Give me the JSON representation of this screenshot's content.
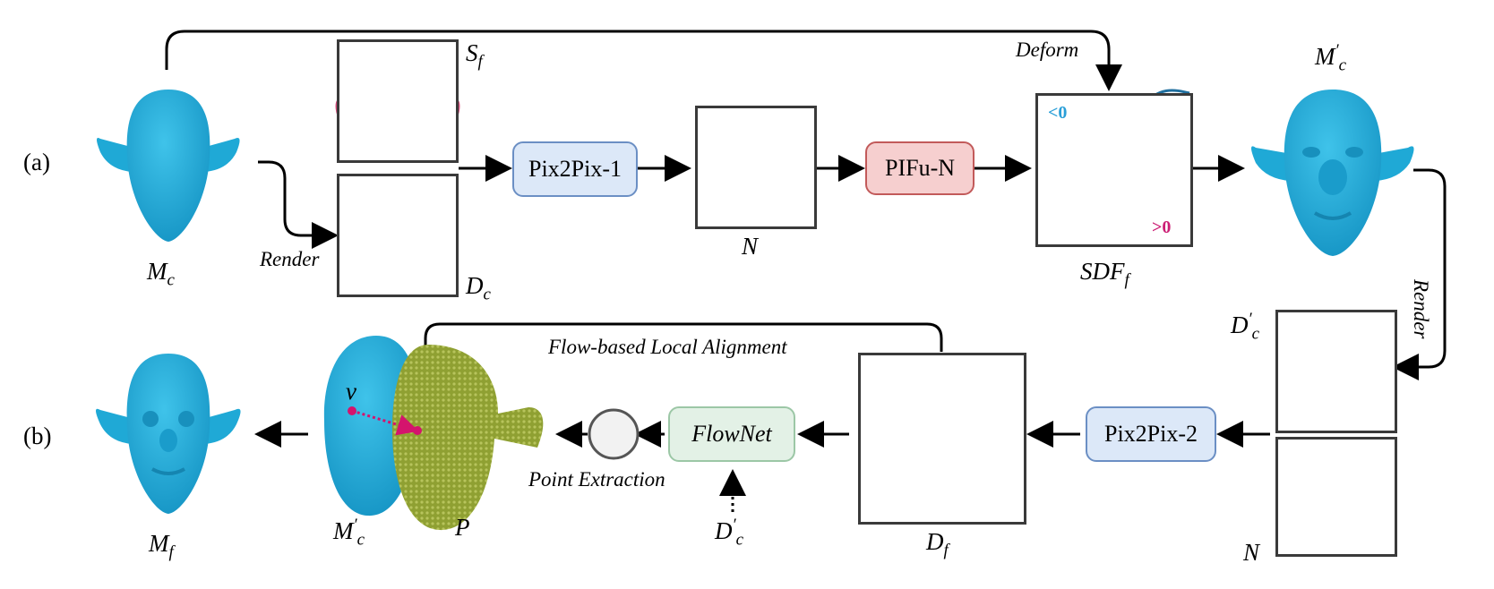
{
  "rows": {
    "a_label": "(a)",
    "b_label": "(b)"
  },
  "nodes": {
    "Mc": "M",
    "Mc_sub": "c",
    "Sf": "S",
    "Sf_sub": "f",
    "Dc": "D",
    "Dc_sub": "c",
    "N": "N",
    "SDFf": "SDF",
    "SDFf_sub": "f",
    "Mcp": "M",
    "Mcp_sub": "c",
    "Mcp_sup": "′",
    "Dcp": "D",
    "Dcp_sub": "c",
    "Dcp_sup": "′",
    "N2": "N",
    "Df": "D",
    "Df_sub": "f",
    "Dcp2": "D",
    "Dcp2_sub": "c",
    "Dcp2_sup": "′",
    "P": "P",
    "Mcp2": "M",
    "Mcp2_sub": "c",
    "Mcp2_sup": "′",
    "Mf": "M",
    "Mf_sub": "f",
    "v": "v"
  },
  "networks": {
    "pix2pix1": "Pix2Pix-1",
    "pifun": "PIFu-N",
    "pix2pix2": "Pix2Pix-2",
    "flownet": "FlowNet"
  },
  "edge_labels": {
    "render_a": "Render",
    "deform": "Deform",
    "render_b": "Render",
    "flow_alignment": "Flow-based Local Alignment",
    "point_extraction": "Point Extraction"
  },
  "sdf_panel": {
    "neg": "<0",
    "pos": ">0"
  },
  "colors": {
    "head_blue": "#1fa9d6",
    "pointcloud_green": "#9aaa3c",
    "sdf_curve": "#1f6f9f",
    "sdf_neg": "#2a9fd8",
    "sdf_pos": "#cc1f75",
    "net_blue": "#dce8f8",
    "net_red": "#f6cfcf",
    "net_green": "#e3f1e6"
  },
  "icons": [
    "head-mesh-icon",
    "sketch-icon",
    "depth-map-icon",
    "normal-map-icon",
    "point-cloud-icon",
    "circle-node-icon"
  ]
}
